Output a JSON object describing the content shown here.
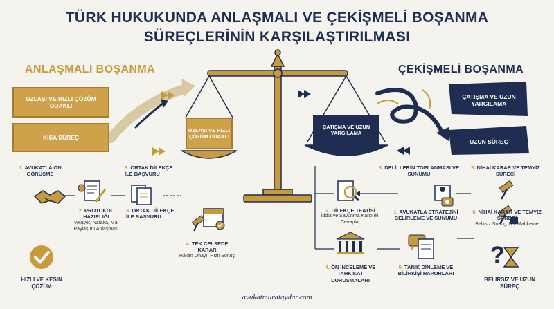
{
  "title": {
    "line1": "TÜRK HUKUKUNDA ANLAŞMALI VE ÇEKİŞMELİ BOŞANMA",
    "line2": "SÜREÇLERİNİN KARŞILAŞTIRILMASI"
  },
  "left": {
    "heading": "ANLAŞMALI BOŞANMA",
    "box_top": "UZLAŞI VE HIZLI ÇÖZÜM ODAKLI",
    "box_bottom": "KISA SÜREÇ",
    "pan_label": "UZLAŞI VE HIZLI ÇÖZÜM ODAKLI",
    "steps": {
      "s1": {
        "num": "1.",
        "title": "AVUKATLA ÖN GÖRÜŞME"
      },
      "s2": {
        "num": "2.",
        "title": "PROTOKOL HAZIRLIĞI",
        "desc": "Velayet, Nafaka, Mal Paylaşımı Anlaşması"
      },
      "s3a": {
        "num": "3.",
        "title": "ORTAK DİLEKÇE İLE BAŞVURU"
      },
      "s3b": {
        "num": "3.",
        "title": "ORTAK DİLEKÇE İLE BAŞVURU"
      },
      "s4": {
        "num": "4.",
        "title": "TEK CELSEDE KARAR",
        "desc": "Hâkim Onayı, Hızlı Sonuç"
      }
    },
    "result": "HIZLI VE KESİN ÇÖZÜM"
  },
  "right": {
    "heading": "ÇEKİŞMELİ BOŞANMA",
    "box_top": "ÇATIŞMA VE UZUN YARGILAMA",
    "box_bottom": "UZUN SÜREÇ",
    "pan_label": "ÇATIŞMA VE UZUN YARGILAMA",
    "steps": {
      "s1": {
        "num": "1.",
        "title": "AVUKATLA STRATEJİNİ BELİRLEME VE SUNUMU"
      },
      "s2": {
        "num": "2.",
        "title": "DİLEKÇE TEATİSİ",
        "desc": "İddia ve Savunma Karşılıklı Cevaplar"
      },
      "s3": {
        "num": "3.",
        "title": "DELİLLERİN TOPLANMASI VE SUNUMU"
      },
      "s4": {
        "num": "4.",
        "title": "ÖN İNCELEME VE TAHKİKAT DURUŞMALARI"
      },
      "s5a": {
        "num": "5.",
        "title": "NİHAİ KARAR VE TEMYİZ SÜRECİ"
      },
      "s5b": {
        "num": "5.",
        "title": "TANIK DİNLEME VE BİLİRKİŞİ RAPORLARI"
      },
      "s6": {
        "num": "6.",
        "title": "NİHAİ KARAR VE TEMYİZ SÜRECİ",
        "desc": "Belirsiz Sonuç, Üst Mahkeme"
      }
    },
    "result": "BELİRSİZ VE UZUN SÜREÇ"
  },
  "footer": "avukatmurataydar.com",
  "colors": {
    "navy": "#1f2d52",
    "gold": "#c79a3c"
  }
}
